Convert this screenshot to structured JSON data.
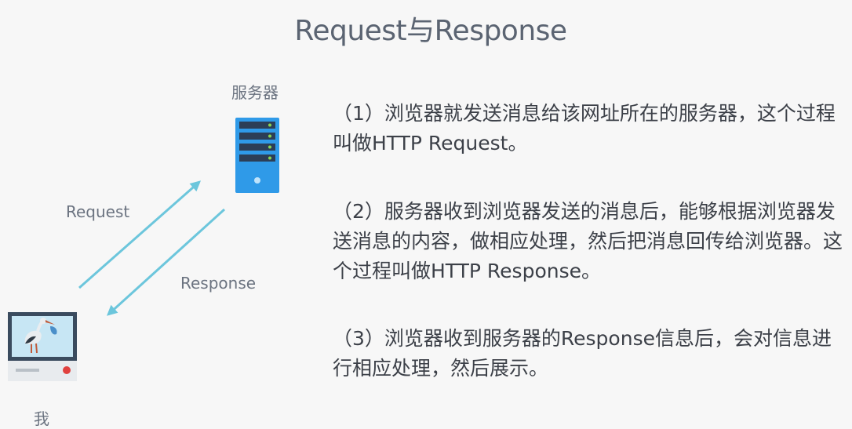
{
  "title": "Request与Response",
  "diagram": {
    "server_label": "服务器",
    "client_label": "我",
    "request_label": "Request",
    "response_label": "Response",
    "arrow_color": "#6cc6dc"
  },
  "descriptions": [
    "（1）浏览器就发送消息给该网址所在的服务器，这个过程叫做HTTP Request。",
    "（2）服务器收到浏览器发送的消息后，能够根据浏览器发送消息的内容，做相应处理，然后把消息回传给浏览器。这个过程叫做HTTP Response。",
    "（3）浏览器收到服务器的Response信息后，会对信息进行相应处理，然后展示。"
  ]
}
